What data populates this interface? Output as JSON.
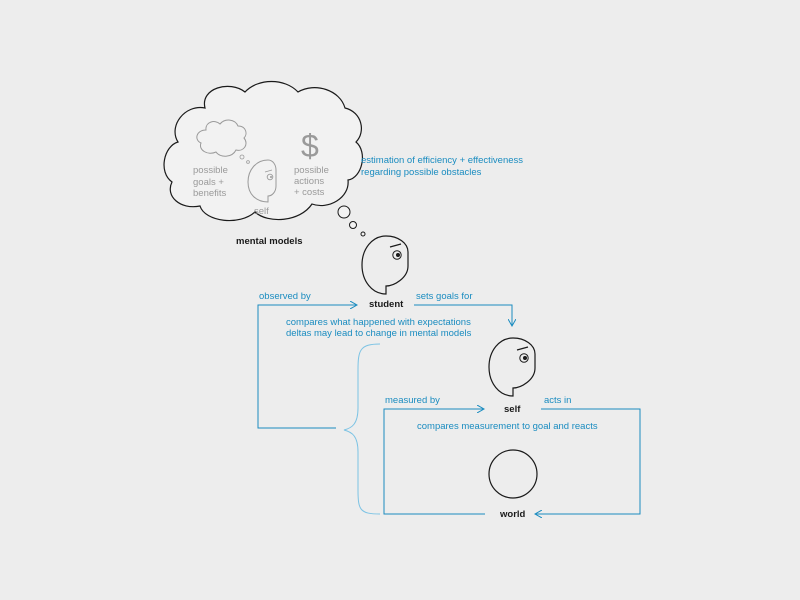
{
  "cloud": {
    "goals": [
      "possible",
      "goals +",
      "benefits"
    ],
    "self": "self",
    "actions": [
      "possible",
      "actions",
      "+ costs"
    ],
    "dollar": "$",
    "caption": "mental models"
  },
  "estimation": [
    "estimation of efficiency + effectiveness",
    "regarding possible obstacles"
  ],
  "student_label": "student",
  "observed_by": "observed by",
  "sets_goals_for": "sets goals for",
  "compares_expect": [
    "compares what happened with expectations",
    "deltas may lead to change in mental models"
  ],
  "self_label": "self",
  "measured_by": "measured by",
  "acts_in": "acts in",
  "compares_goal": "compares measurement to goal and reacts",
  "world_label": "world",
  "colors": {
    "blue": "#1a8cc0",
    "light_blue": "#7cc3e4",
    "ink": "#1a1a1a",
    "grey": "#9a9a9a",
    "background": "#ededed"
  }
}
